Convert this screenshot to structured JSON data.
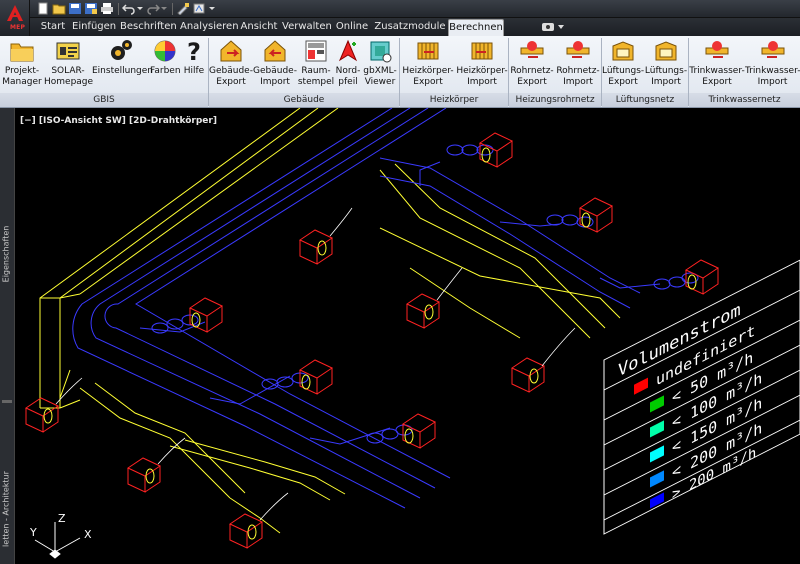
{
  "app": {
    "badge": "MEP"
  },
  "tabs": [
    {
      "label": "Start"
    },
    {
      "label": "Einfügen"
    },
    {
      "label": "Beschriften"
    },
    {
      "label": "Analysieren"
    },
    {
      "label": "Ansicht"
    },
    {
      "label": "Verwalten"
    },
    {
      "label": "Online"
    },
    {
      "label": "Zusatzmodule"
    },
    {
      "label": "Berechnen",
      "active": true
    }
  ],
  "ribbon": {
    "panels": [
      {
        "title": "GBIS",
        "tools": [
          {
            "label": "Projekt-\nManager",
            "icon": "folder-icon"
          },
          {
            "label": "SOLAR-\nHomepage",
            "icon": "homepage-icon"
          },
          {
            "label": "Einstellungen",
            "icon": "gears-icon"
          },
          {
            "label": "Farben",
            "icon": "palette-icon"
          },
          {
            "label": "Hilfe",
            "icon": "help-icon"
          }
        ]
      },
      {
        "title": "Gebäude",
        "tools": [
          {
            "label": "Gebäude-\nExport",
            "icon": "building-export-icon"
          },
          {
            "label": "Gebäude-\nImport",
            "icon": "building-import-icon"
          },
          {
            "label": "Raum-\nstempel",
            "icon": "room-stamp-icon"
          },
          {
            "label": "Nord-\npfeil",
            "icon": "north-arrow-icon"
          },
          {
            "label": "gbXML-\nViewer",
            "icon": "gbxml-viewer-icon"
          }
        ]
      },
      {
        "title": "Heizkörper",
        "tools": [
          {
            "label": "Heizkörper-\nExport",
            "icon": "radiator-export-icon"
          },
          {
            "label": "Heizkörper-\nImport",
            "icon": "radiator-import-icon"
          }
        ]
      },
      {
        "title": "Heizungsrohrnetz",
        "tools": [
          {
            "label": "Rohrnetz-\nExport",
            "icon": "pipe-export-icon"
          },
          {
            "label": "Rohrnetz-\nImport",
            "icon": "pipe-import-icon"
          }
        ]
      },
      {
        "title": "Lüftungsnetz",
        "tools": [
          {
            "label": "Lüftungs-\nExport",
            "icon": "ventilation-export-icon"
          },
          {
            "label": "Lüftungs-\nImport",
            "icon": "ventilation-import-icon"
          }
        ]
      },
      {
        "title": "Trinkwassernetz",
        "tools": [
          {
            "label": "Trinkwasser-\nExport",
            "icon": "water-export-icon"
          },
          {
            "label": "Trinkwasser-\nImport",
            "icon": "water-import-icon"
          }
        ]
      }
    ]
  },
  "viewport": {
    "label": "[−] [ISO-Ansicht SW] [2D-Drahtkörper]"
  },
  "palettes": {
    "properties": "Eigenschaften",
    "tools": "letten - Architektur"
  },
  "ucs": {
    "x": "X",
    "y": "Y",
    "z": "Z"
  },
  "legend": {
    "title": "Volumenstrom",
    "rows": [
      {
        "text": "undefiniert",
        "color": "#ff0000"
      },
      {
        "text": "< 50 m³/h",
        "color": "#00cc00"
      },
      {
        "text": "< 100 m³/h",
        "color": "#00ffaa"
      },
      {
        "text": "< 150 m³/h",
        "color": "#00ffff"
      },
      {
        "text": "< 200 m³/h",
        "color": "#0088ff"
      },
      {
        "text": "> 200 m³/h",
        "color": "#0000ff"
      }
    ]
  },
  "colors": {
    "duct_main": "#3a3aff",
    "duct_secondary": "#ffff33",
    "outlet": "#ff2222",
    "accent": "#e9edf3"
  }
}
